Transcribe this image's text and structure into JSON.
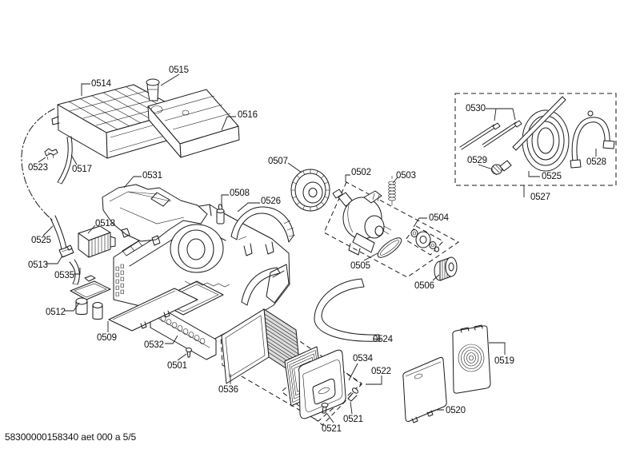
{
  "diagram": {
    "background": "#ffffff",
    "line_color": "#1a1a1a",
    "footer": "58300000158340 aet 000 a 5/5",
    "labels": [
      {
        "text": "0514"
      },
      {
        "text": "0515"
      },
      {
        "text": "0516"
      },
      {
        "text": "0523"
      },
      {
        "text": "0517"
      },
      {
        "text": "0531"
      },
      {
        "text": "0507"
      },
      {
        "text": "0508"
      },
      {
        "text": "0526"
      },
      {
        "text": "0502"
      },
      {
        "text": "0503"
      },
      {
        "text": "0530"
      },
      {
        "text": "0529"
      },
      {
        "text": "0525"
      },
      {
        "text": "0528"
      },
      {
        "text": "0527"
      },
      {
        "text": "0504"
      },
      {
        "text": "0518"
      },
      {
        "text": "0525"
      },
      {
        "text": "0513"
      },
      {
        "text": "0535"
      },
      {
        "text": "0505"
      },
      {
        "text": "0506"
      },
      {
        "text": "0512"
      },
      {
        "text": "0509"
      },
      {
        "text": "0532"
      },
      {
        "text": "0524"
      },
      {
        "text": "0534"
      },
      {
        "text": "0522"
      },
      {
        "text": "0501"
      },
      {
        "text": "0536"
      },
      {
        "text": "0519"
      },
      {
        "text": "0521"
      },
      {
        "text": "0521"
      },
      {
        "text": "0520"
      }
    ]
  }
}
